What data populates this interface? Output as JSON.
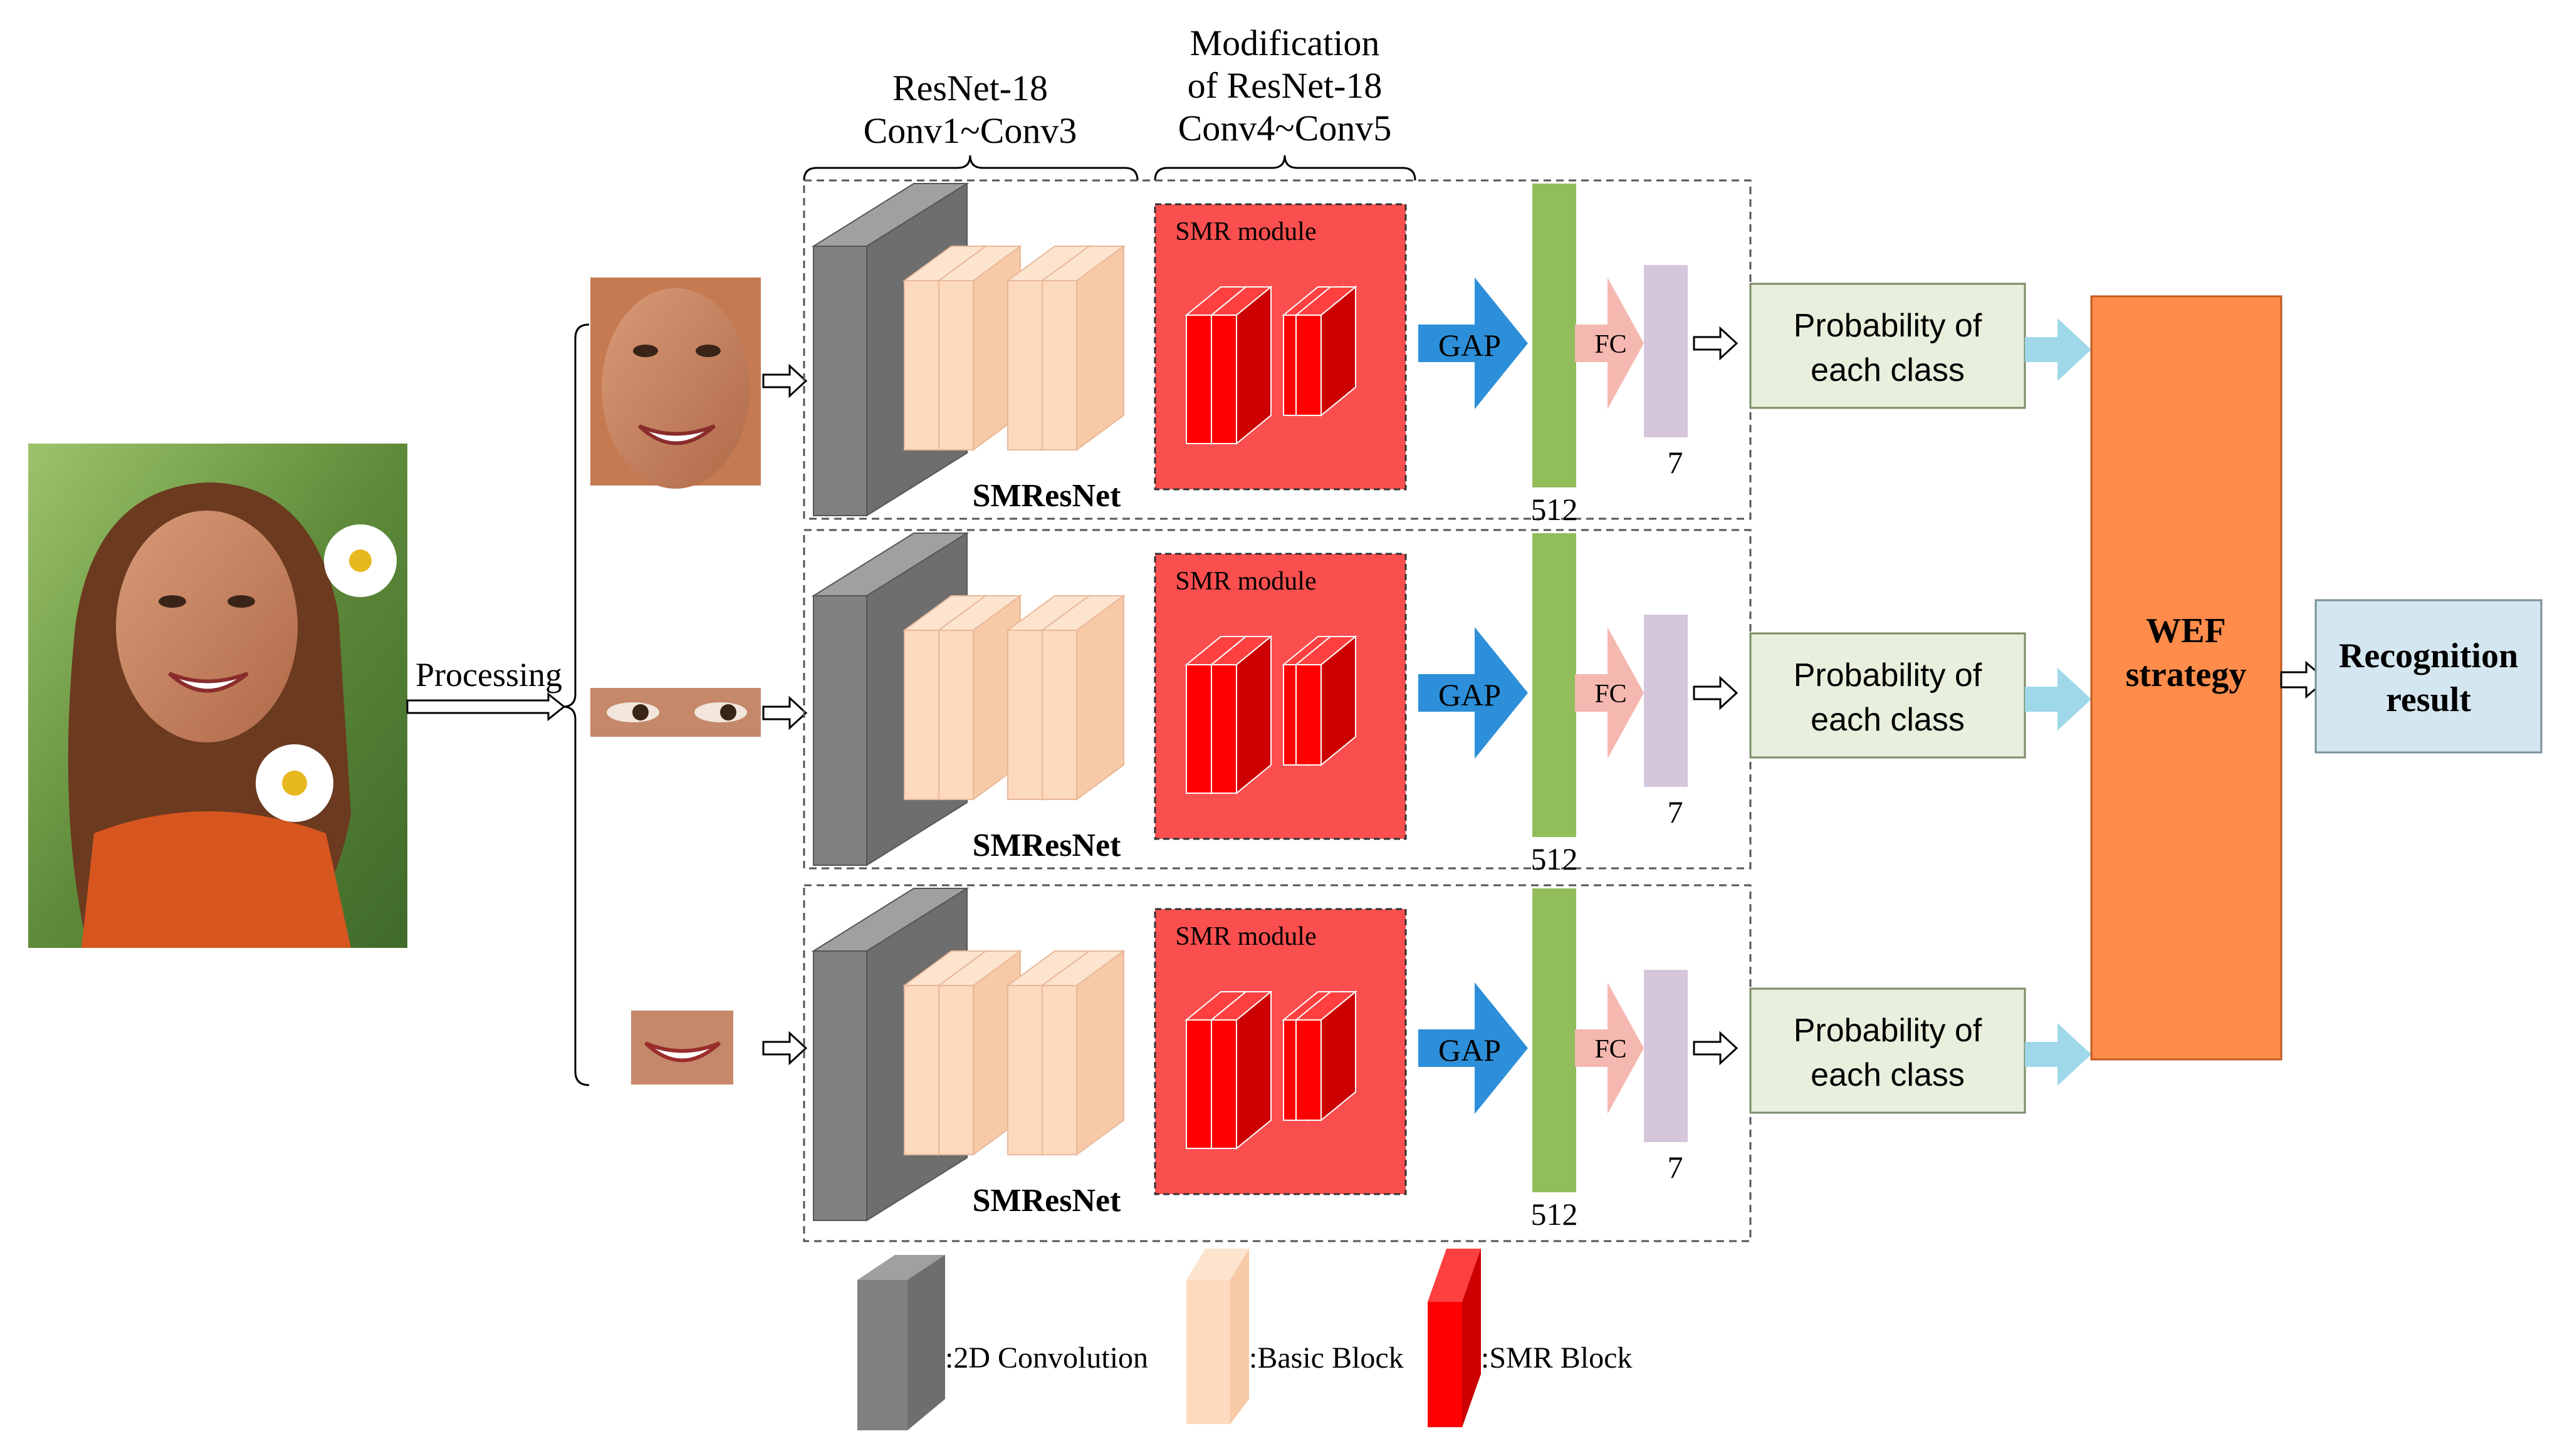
{
  "header": {
    "resnet_line1": "ResNet-18",
    "resnet_line2": "Conv1~Conv3",
    "mod_line1": "Modification",
    "mod_line2": "of ResNet-18",
    "mod_line3": "Conv4~Conv5"
  },
  "input": {
    "processing_label": "Processing"
  },
  "branches": [
    {
      "crop": "face",
      "network_label": "SMResNet",
      "module_label": "SMR module",
      "gap_label": "GAP",
      "fc_label": "FC",
      "feature_dim": "512",
      "output_dim": "7",
      "prob_line1": "Probability of",
      "prob_line2": "each class"
    },
    {
      "crop": "eyes",
      "network_label": "SMResNet",
      "module_label": "SMR module",
      "gap_label": "GAP",
      "fc_label": "FC",
      "feature_dim": "512",
      "output_dim": "7",
      "prob_line1": "Probability of",
      "prob_line2": "each class"
    },
    {
      "crop": "mouth",
      "network_label": "SMResNet",
      "module_label": "SMR module",
      "gap_label": "GAP",
      "fc_label": "FC",
      "feature_dim": "512",
      "output_dim": "7",
      "prob_line1": "Probability of",
      "prob_line2": "each class"
    }
  ],
  "fusion": {
    "line1": "WEF",
    "line2": "strategy"
  },
  "result": {
    "line1": "Recognition",
    "line2": "result"
  },
  "legend": {
    "conv_label": ":2D Convolution",
    "basic_label": ":Basic Block",
    "smr_label": ":SMR Block"
  },
  "colors": {
    "conv": "#808080",
    "basic_block": "#fdd9bd",
    "smr_module_bg": "#fb4f4f",
    "smr_block": "#ff0000",
    "gap_arrow": "#2d8fd9",
    "feature_bar": "#92bd5b",
    "fc_arrow": "#f5b8b0",
    "output_bar": "#d6c6dc",
    "prob_box": "#e8efdc",
    "prob_arrow": "#9fd8e8",
    "wef": "#ff8c4a",
    "result_box": "#d4e6ef"
  }
}
